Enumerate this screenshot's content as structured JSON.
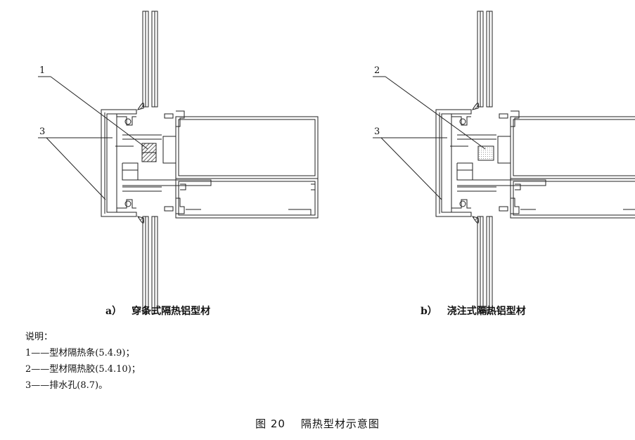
{
  "figures": [
    {
      "label": "a）",
      "title": "穿条式隔热铝型材",
      "callouts": [
        "1",
        "3"
      ]
    },
    {
      "label": "b）",
      "title": "浇注式隔热铝型材",
      "callouts": [
        "2",
        "3"
      ]
    }
  ],
  "notes": {
    "heading": "说明：",
    "items": [
      "1——型材隔热条(5.4.9)；",
      "2——型材隔热胶(5.4.10)；",
      "3——排水孔(8.7)。"
    ]
  },
  "figure_caption": {
    "number": "图 20",
    "text": "隔热型材示意图"
  }
}
